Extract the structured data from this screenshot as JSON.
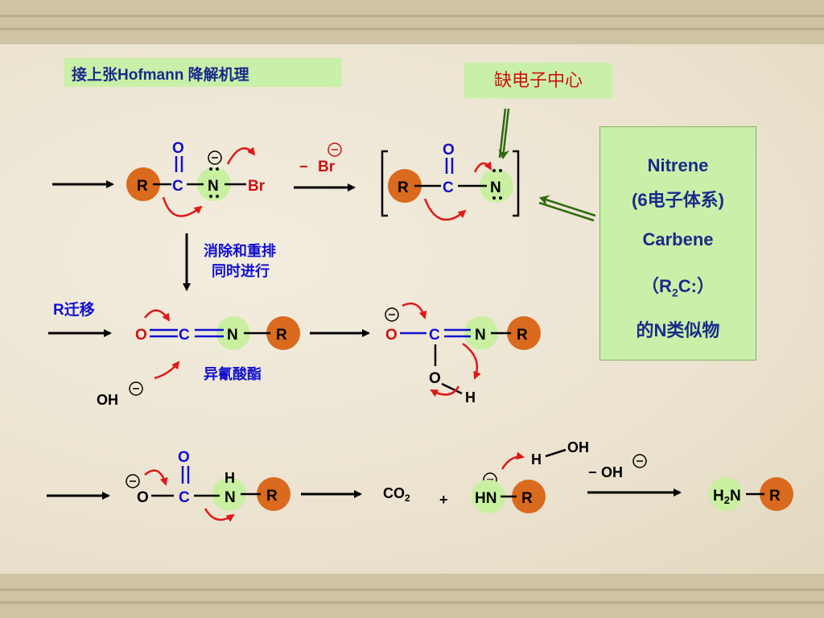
{
  "title": "接上张Hofmann 降解机理",
  "callout": "缺电子中心",
  "sidebox": {
    "nitrene": "Nitrene",
    "nitrene_note": "(6电子体系)",
    "carbene": "Carbene",
    "r2c_open": "（R",
    "r2c_sub": "2",
    "r2c_close": "C:）",
    "analog": "的N类似物"
  },
  "labels": {
    "elim_line1": "消除和重排",
    "elim_line2": "同时进行",
    "r_migrate": "R迁移",
    "isocyanate": "异氰酸酯",
    "br_leaving": "Br",
    "oh": "OH",
    "co2": "CO",
    "co2_sub": "2",
    "plus": "+",
    "h2n": "H",
    "h2n_sub": "2",
    "oh_reagent": "OH"
  },
  "atoms": {
    "R": "R",
    "C": "C",
    "N": "N",
    "O": "O",
    "Br": "Br",
    "H": "H",
    "HN": "HN",
    "minus": "−"
  },
  "colors": {
    "r_circle": "#d96a1e",
    "n_circle": "#c8f0a0",
    "blue": "#1010d0",
    "red_arrow": "#e01818",
    "text_dark": "#1a2a8a"
  }
}
